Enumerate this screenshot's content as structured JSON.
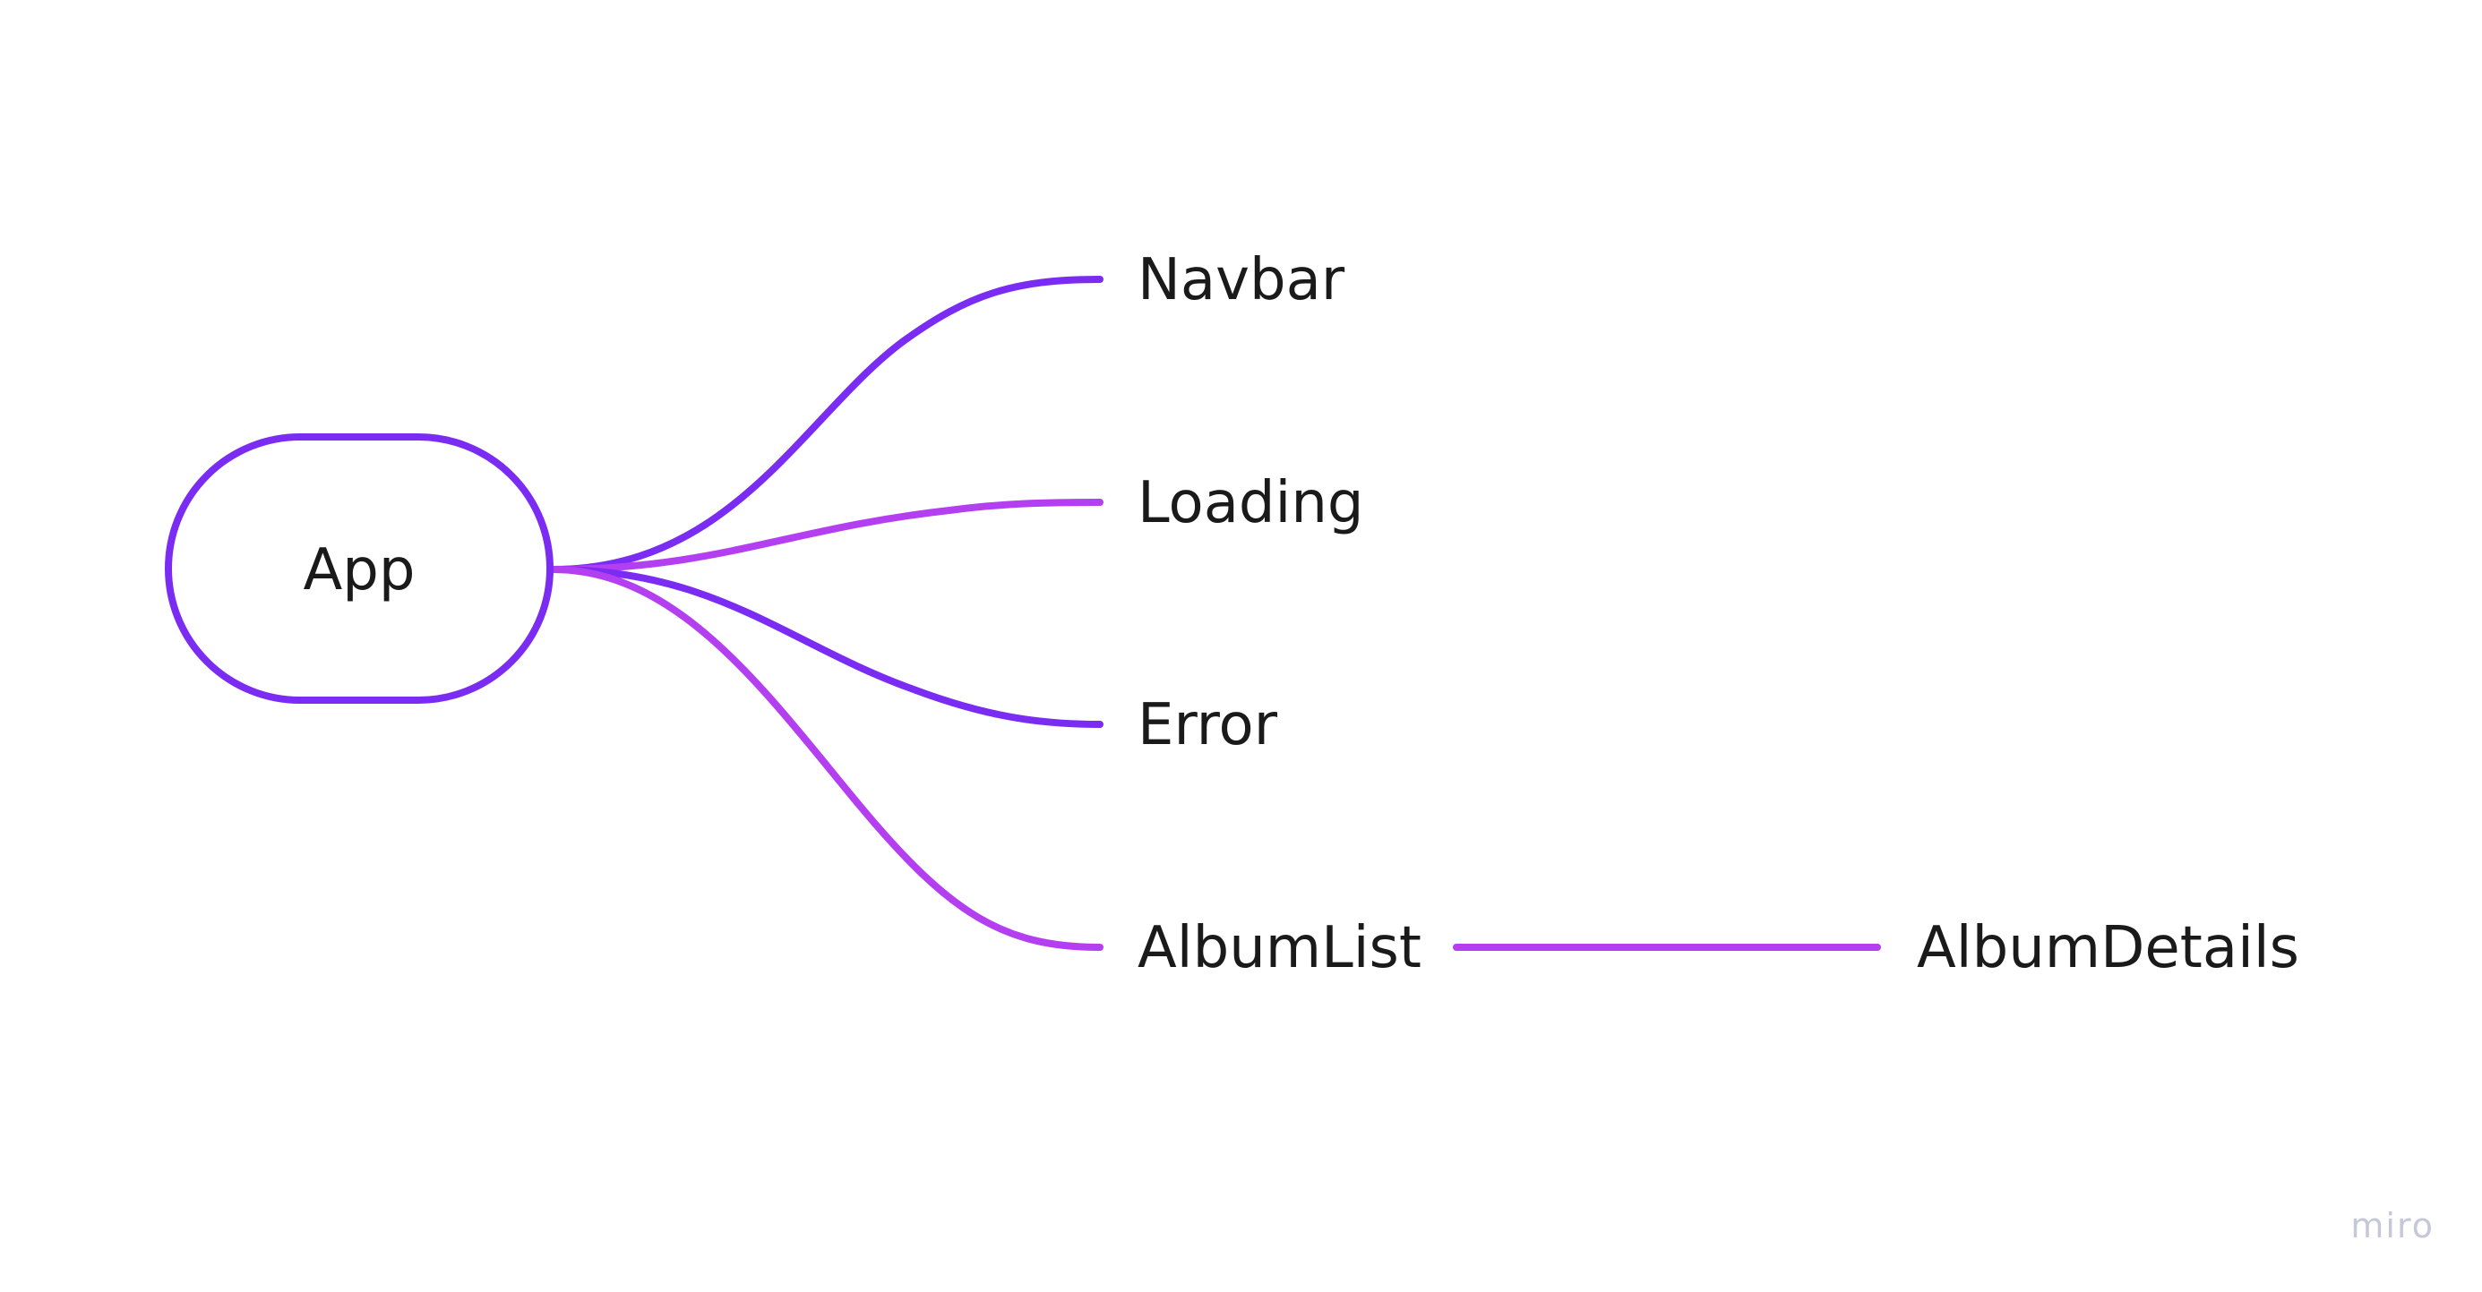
{
  "diagram": {
    "type": "mind-map",
    "root": {
      "label": "App",
      "border_color": "#7b2cf2"
    },
    "children": [
      {
        "label": "Navbar",
        "edge_color": "#7b2cf2",
        "children": []
      },
      {
        "label": "Loading",
        "edge_color": "#b43ff0",
        "children": []
      },
      {
        "label": "Error",
        "edge_color": "#7b2cf2",
        "children": []
      },
      {
        "label": "AlbumList",
        "edge_color": "#b43ff0",
        "children": [
          {
            "label": "AlbumDetails",
            "edge_color": "#b43ff0"
          }
        ]
      }
    ]
  },
  "watermark": "miro"
}
